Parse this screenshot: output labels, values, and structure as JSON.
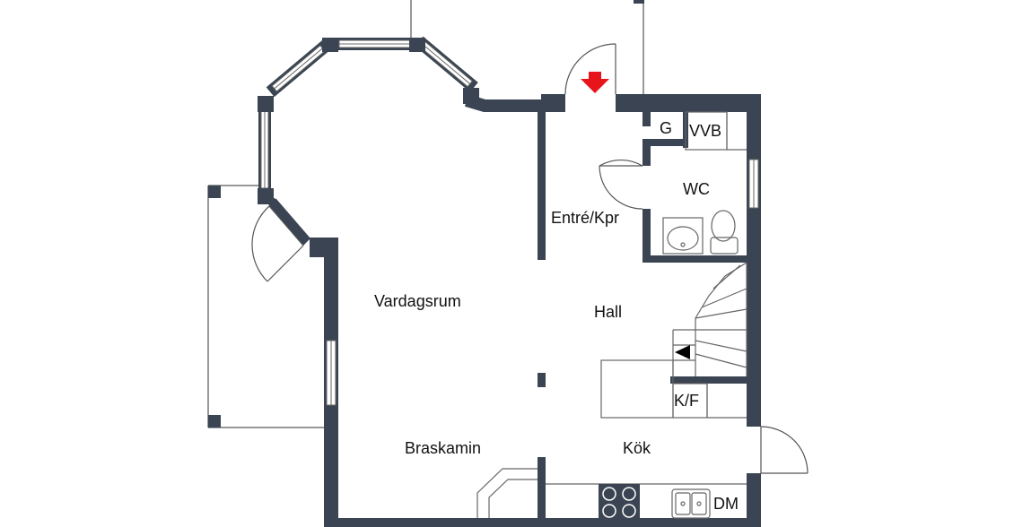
{
  "colors": {
    "wall": "#3a4452",
    "line": "#666666",
    "window_fill": "#ffffff",
    "arrow": "#e8141b",
    "text": "#111111",
    "background": "#ffffff"
  },
  "rooms": {
    "vardagsrum": "Vardagsrum",
    "hall": "Hall",
    "entre": "Entré/Kpr",
    "wc": "WC",
    "g": "G",
    "vvb": "VVB",
    "kf": "K/F",
    "kok": "Kök",
    "braskamin": "Braskamin",
    "dm": "DM"
  },
  "icons": {
    "entry_arrow": "red-down-arrow-icon",
    "stair_arrow": "black-left-arrow-icon",
    "stove": "stove-icon",
    "sink": "kitchen-sink-icon",
    "wc_sink": "washbasin-icon",
    "toilet": "toilet-icon"
  }
}
